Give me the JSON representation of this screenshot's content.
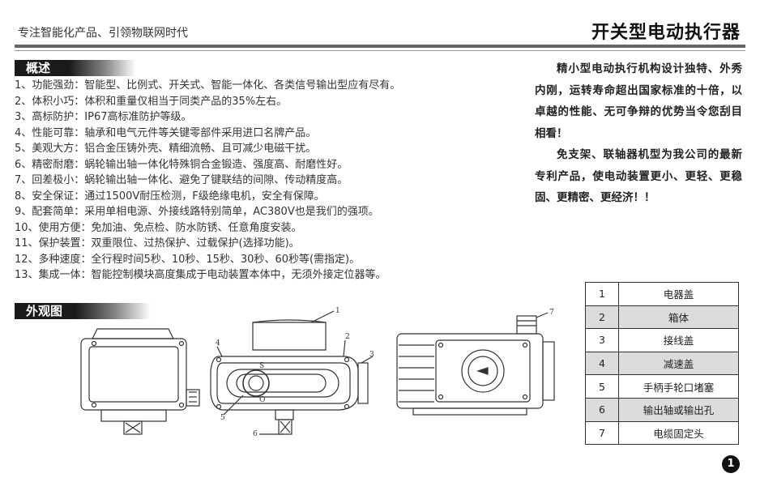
{
  "header": {
    "tagline": "专注智能化产品、引领物联网时代",
    "product_title": "开关型电动执行器"
  },
  "overview": {
    "heading": "概述",
    "items": [
      "1、功能强劲：智能型、比例式、开关式、智能一体化、各类信号输出型应有尽有。",
      "2、体积小巧：体积和重量仅相当于同类产品的35%左右。",
      "3、高标防护：IP67高标准防护等级。",
      "4、性能可靠：轴承和电气元件等关键零部件采用进口名牌产品。",
      "5、美观大方：铝合金压铸外壳、精细流畅、且可减少电磁干扰。",
      "6、精密耐磨：蜗轮输出轴一体化特殊铜合金锻造、强度高、耐磨性好。",
      "7、回差极小：蜗轮输出轴一体化、避免了键联结的间隙、传动精度高。",
      "8、安全保证：通过1500V耐压检测，F级绝缘电机，安全有保障。",
      "9、配套简单：采用单相电源、外接线路特别简单，AC380V也是我们的强项。",
      "10、使用方便：免加油、免点检、防水防锈、任意角度安装。",
      "11、保护装置：双重限位、过热保护、过载保护(选择功能)。",
      "12、多种速度：全行程时间5秒、10秒、15秒、30秒、60秒等(需指定)。",
      "13、集成一体：智能控制模块高度集成于电动装置本体中，无须外接定位器等。"
    ]
  },
  "intro": {
    "paragraph1": "精小型电动执行机构设计独特、外秀内刚，运转寿命超出国家标准的十倍，以卓越的性能、无可争辩的优势当令您刮目相看！",
    "paragraph2": "免支架、联轴器机型为我公司的最新专利产品，使电动装置更小、更轻、更稳固、更精密、更经济！！"
  },
  "appearance": {
    "heading": "外观图",
    "callouts": [
      "1",
      "2",
      "3",
      "4",
      "5",
      "6",
      "7"
    ],
    "dial_labels": [
      "S",
      "O"
    ]
  },
  "parts_table": [
    {
      "no": "1",
      "name": "电器盖"
    },
    {
      "no": "2",
      "name": "箱体"
    },
    {
      "no": "3",
      "name": "接线盖"
    },
    {
      "no": "4",
      "name": "减速盖"
    },
    {
      "no": "5",
      "name": "手柄手轮口堵塞"
    },
    {
      "no": "6",
      "name": "输出轴或输出孔"
    },
    {
      "no": "7",
      "name": "电缆固定头"
    }
  ],
  "page_number": "1"
}
